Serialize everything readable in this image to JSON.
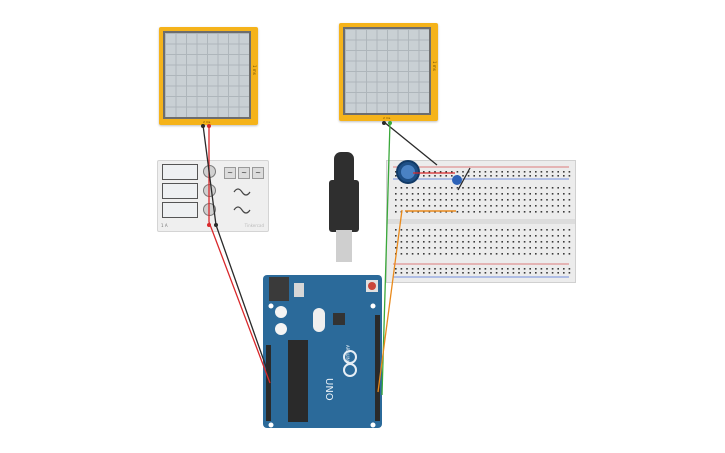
{
  "oscilloscope_1": {
    "side_label": "1 ms",
    "bottom_label": "2 ms"
  },
  "oscilloscope_2": {
    "side_label": "1 ms",
    "bottom_label": "2 ms"
  },
  "function_generator": {
    "buttons": [
      "~",
      "~",
      "~"
    ],
    "footer_label": "1 A",
    "brand_label": "Tinkercad"
  },
  "arduino": {
    "model": "UNO",
    "brand": "ARDUINO"
  },
  "colors": {
    "board_blue": "#2b6a9a",
    "oscilloscope_yellow": "#f5b31a",
    "wire_red": "#d9282b",
    "wire_black": "#2a2a2a",
    "wire_green": "#3aa83a",
    "wire_orange": "#e98a1c"
  }
}
